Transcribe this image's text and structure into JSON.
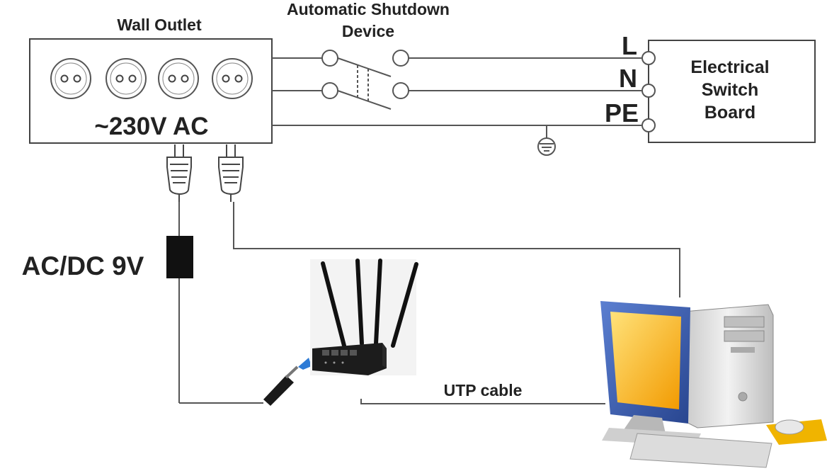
{
  "labels": {
    "wall_outlet": "Wall Outlet",
    "shutdown_line1": "Automatic Shutdown",
    "shutdown_line2": "Device",
    "voltage": "~230V AC",
    "terminal_l": "L",
    "terminal_n": "N",
    "terminal_pe": "PE",
    "board_line1": "Electrical",
    "board_line2": "Switch",
    "board_line3": "Board",
    "adapter": "AC/DC 9V",
    "utp": "UTP cable"
  },
  "colors": {
    "wire": "#555555",
    "outline": "#444444",
    "text": "#222222",
    "adapter": "#111111",
    "router_body": "#1c1c1c",
    "monitor_screen": "#f2a900",
    "monitor_frame": "#3f63b8",
    "pc_case": "#d9d9d9",
    "mousepad": "#f0b400",
    "arrow": "#2e7bd6"
  },
  "icons": [
    "socket-icon",
    "plug-icon",
    "ground-icon",
    "router-icon",
    "computer-icon",
    "adapter-icon"
  ]
}
